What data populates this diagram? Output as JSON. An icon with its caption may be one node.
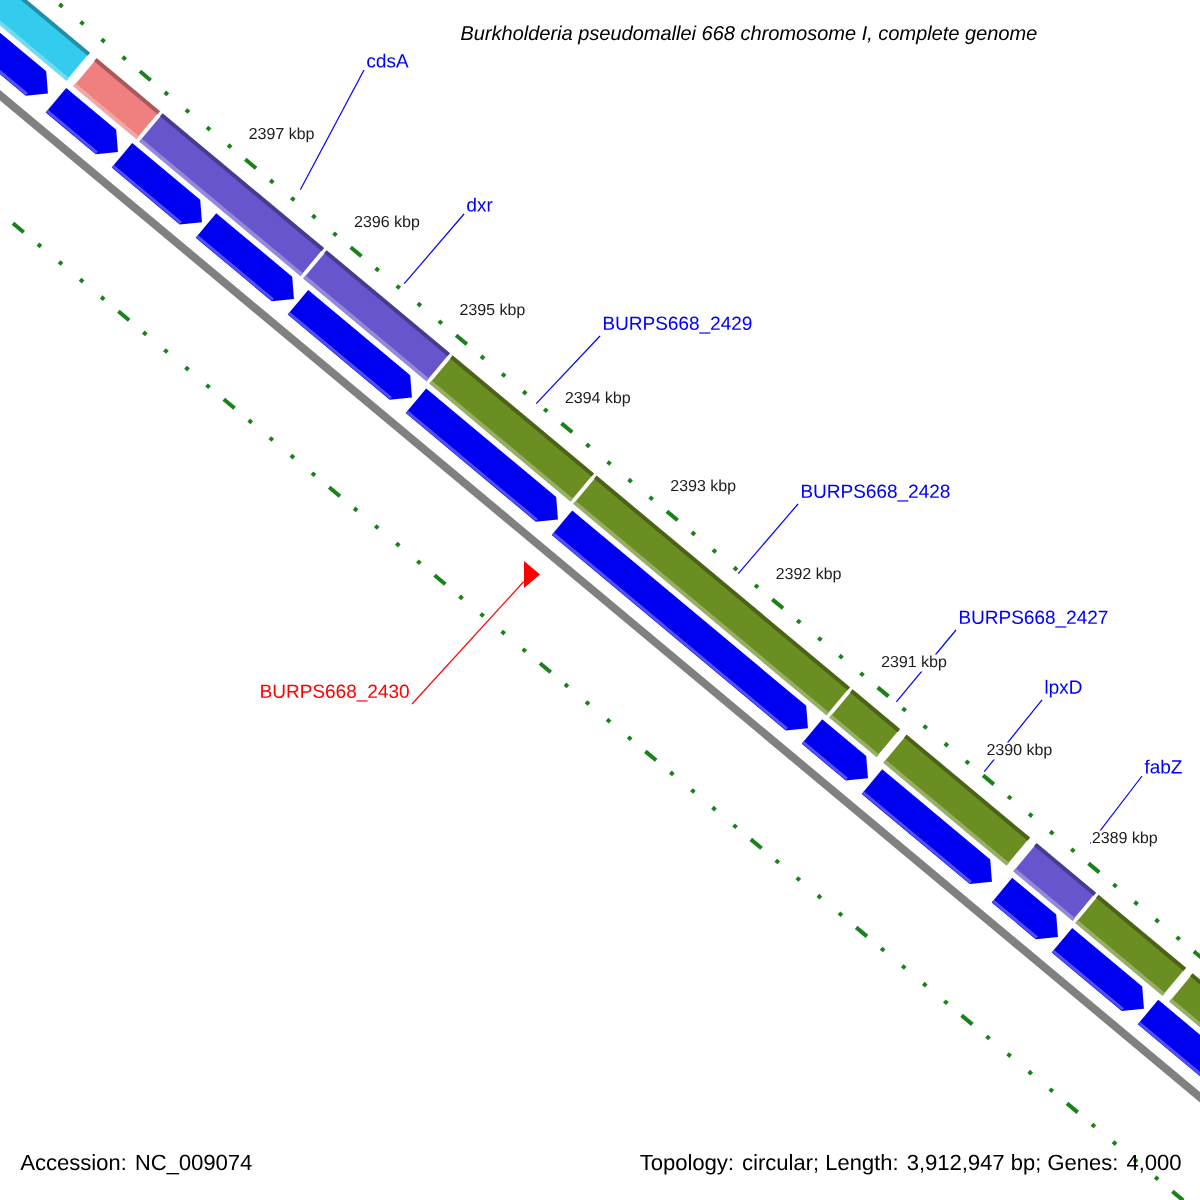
{
  "diagram": {
    "title": "Burkholderia pseudomallei 668 chromosome I, complete genome",
    "nodes": [
      {
        "text": [
          "cdsA"
        ]
      },
      {
        "text": [
          "dxr"
        ]
      },
      {
        "text": [
          "BURPS668_2429"
        ]
      },
      {
        "text": [
          "BURPS668_2428"
        ]
      },
      {
        "text": [
          "BURPS668_2427"
        ]
      },
      {
        "text": [
          "lpxD"
        ]
      },
      {
        "text": [
          "fabZ"
        ]
      },
      {
        "text": [
          "BURPS668_2430"
        ]
      },
      {
        "text": [],
        "shape": "bar"
      },
      {
        "text": [],
        "shape": "bar"
      },
      {
        "text": [],
        "shape": "bar"
      },
      {
        "text": [],
        "shape": "bar"
      },
      {
        "text": [],
        "shape": "bar"
      },
      {
        "text": [],
        "shape": "bar"
      },
      {
        "text": [],
        "shape": "bar"
      },
      {
        "text": [],
        "shape": "bar"
      },
      {
        "text": [],
        "shape": "bar"
      },
      {
        "text": [],
        "shape": "bar"
      },
      {
        "text": [],
        "shape": "bar"
      },
      {
        "text": [],
        "shape": "triangle"
      }
    ],
    "edges": [
      {
        "from": 0,
        "to": 10,
        "arrow": "none"
      },
      {
        "from": 1,
        "to": 11,
        "arrow": "none"
      },
      {
        "from": 2,
        "to": 12,
        "arrow": "none"
      },
      {
        "from": 3,
        "to": 13,
        "arrow": "none"
      },
      {
        "from": 4,
        "to": 14,
        "arrow": "none"
      },
      {
        "from": 5,
        "to": 15,
        "arrow": "none"
      },
      {
        "from": 6,
        "to": 16,
        "arrow": "none"
      },
      {
        "from": 7,
        "to": 19,
        "arrow": "none",
        "color": "#ff0000"
      }
    ],
    "labels": [
      "2397 kbp",
      "2396 kbp",
      "2395 kbp",
      "2394 kbp",
      "2393 kbp",
      "2392 kbp",
      "2391 kbp",
      "2390 kbp",
      "2389 kbp",
      "Accession: NC_009074",
      "Topology: circular; Length: 3,912,947 bp; Genes: 4,000"
    ]
  }
}
